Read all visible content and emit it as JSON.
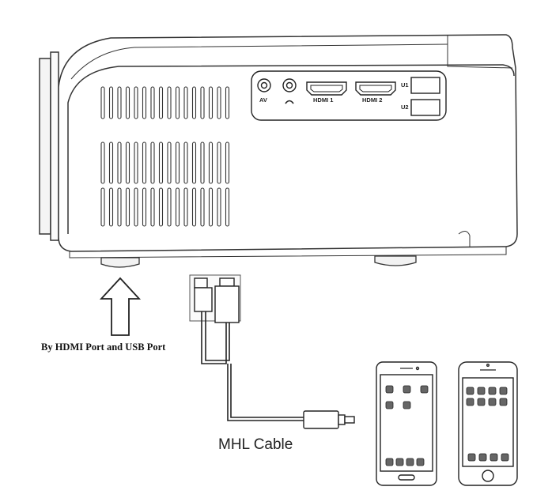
{
  "labels": {
    "hdmi_usb_caption": "By HDMI Port and USB Port",
    "mhl_caption": "MHL Cable"
  },
  "ports": {
    "av": "AV",
    "hdmi1": "HDMI 1",
    "hdmi2": "HDMI 2",
    "u1": "U1",
    "u2": "U2"
  }
}
